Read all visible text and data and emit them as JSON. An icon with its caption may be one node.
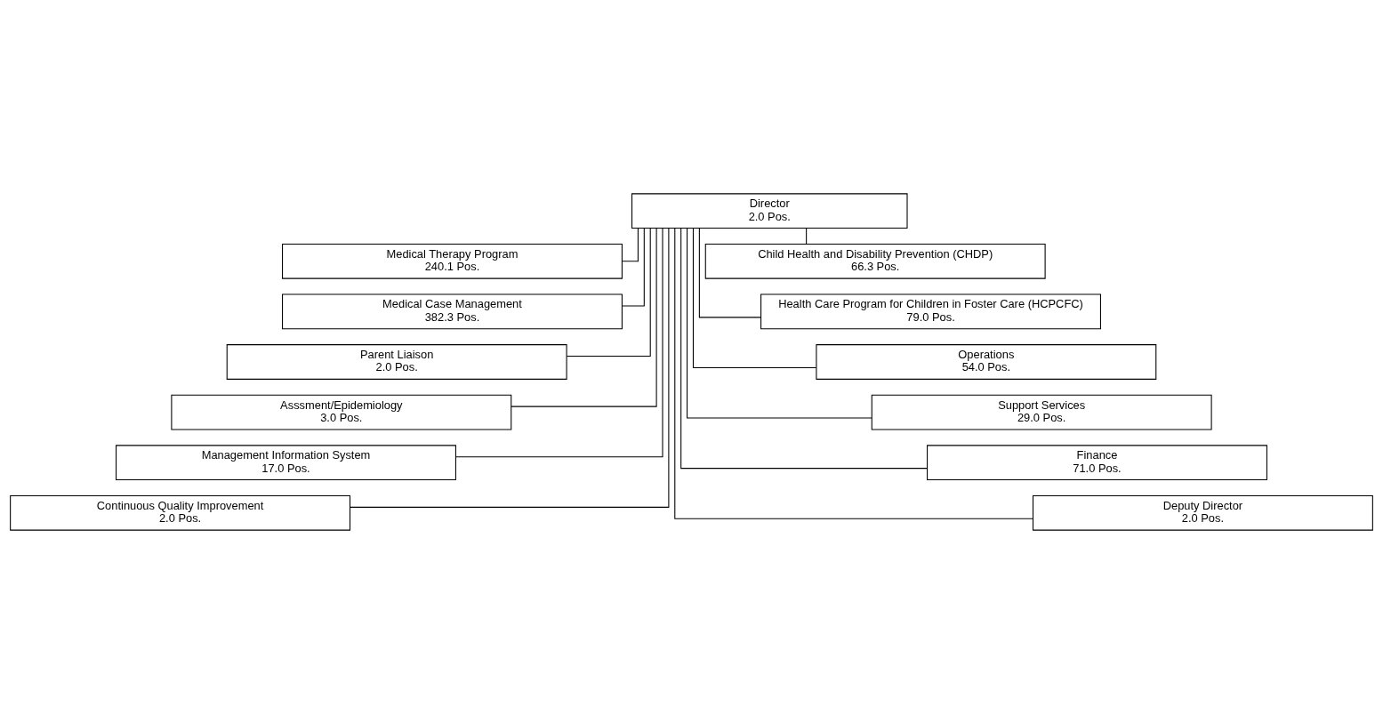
{
  "diagram": {
    "nodes": [
      {
        "text": [
          "Director",
          "2.0 Pos."
        ]
      },
      {
        "text": [
          "Medical Therapy Program",
          "240.1 Pos."
        ]
      },
      {
        "text": [
          "Child Health and Disability Prevention (CHDP)",
          "66.3 Pos."
        ]
      },
      {
        "text": [
          "Medical Case Management",
          "382.3 Pos."
        ]
      },
      {
        "text": [
          "Health Care Program for Children in Foster Care (HCPCFC)",
          "79.0 Pos."
        ]
      },
      {
        "text": [
          "Parent Liaison",
          "2.0 Pos."
        ]
      },
      {
        "text": [
          "Operations",
          "54.0 Pos."
        ]
      },
      {
        "text": [
          "Asssment/Epidemiology",
          "3.0 Pos."
        ]
      },
      {
        "text": [
          "Support Services",
          "29.0 Pos."
        ]
      },
      {
        "text": [
          "Management Information System",
          "17.0 Pos."
        ]
      },
      {
        "text": [
          "Finance",
          "71.0 Pos."
        ]
      },
      {
        "text": [
          "Continuous Quality Improvement",
          "2.0 Pos."
        ]
      },
      {
        "text": [
          "Deputy Director",
          "2.0 Pos."
        ]
      }
    ],
    "edges": [
      {
        "from": 0,
        "to": 1,
        "arrow": "none"
      },
      {
        "from": 0,
        "to": 2,
        "arrow": "none"
      },
      {
        "from": 0,
        "to": 3,
        "arrow": "none"
      },
      {
        "from": 0,
        "to": 4,
        "arrow": "none"
      },
      {
        "from": 0,
        "to": 5,
        "arrow": "none"
      },
      {
        "from": 0,
        "to": 6,
        "arrow": "none"
      },
      {
        "from": 0,
        "to": 7,
        "arrow": "none"
      },
      {
        "from": 0,
        "to": 8,
        "arrow": "none"
      },
      {
        "from": 0,
        "to": 9,
        "arrow": "none"
      },
      {
        "from": 0,
        "to": 10,
        "arrow": "none"
      },
      {
        "from": 0,
        "to": 11,
        "arrow": "none"
      },
      {
        "from": 0,
        "to": 12,
        "arrow": "none"
      }
    ]
  }
}
